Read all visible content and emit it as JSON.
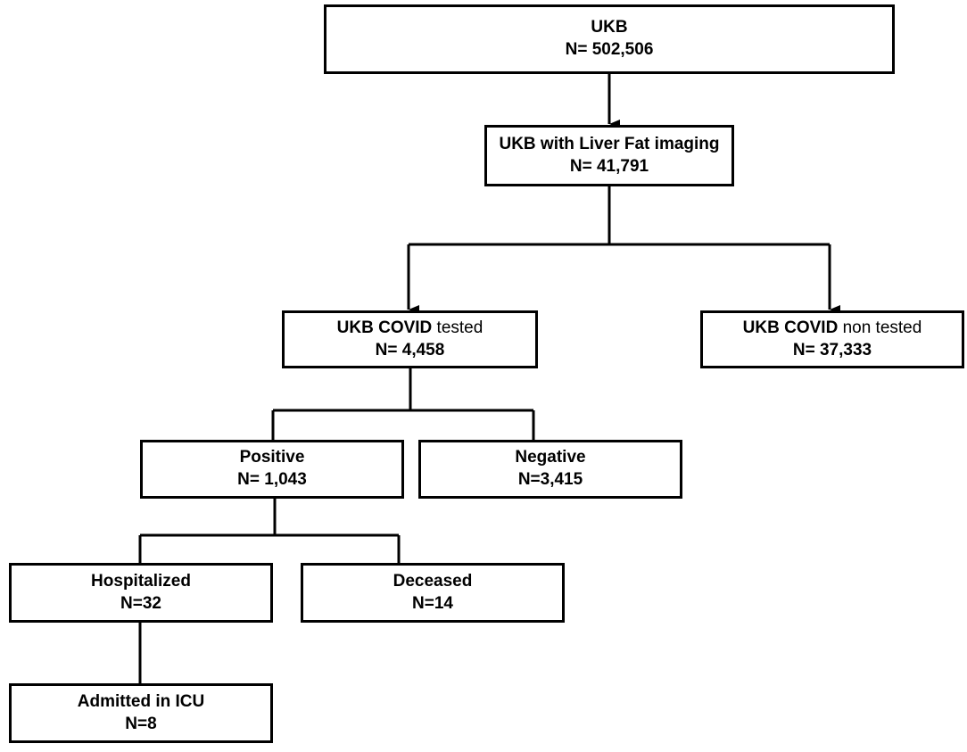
{
  "nodes": {
    "ukb": {
      "label": "UKB",
      "count": "N= 502,506"
    },
    "liver": {
      "label": "UKB with Liver Fat imaging",
      "count": "N= 41,791"
    },
    "tested": {
      "label_bold": "UKB COVID",
      "label_normal": " tested",
      "count": "N= 4,458"
    },
    "non_tested": {
      "label_bold": "UKB COVID",
      "label_normal": " non tested",
      "count": "N= 37,333"
    },
    "positive": {
      "label": "Positive",
      "count": "N= 1,043"
    },
    "negative": {
      "label": "Negative",
      "count": "N=3,415"
    },
    "hospitalized": {
      "label": "Hospitalized",
      "count": "N=32"
    },
    "deceased": {
      "label": "Deceased",
      "count": "N=14"
    },
    "icu": {
      "label": "Admitted in ICU",
      "count": "N=8"
    }
  },
  "colors": {
    "stroke": "#000000",
    "background": "#ffffff"
  }
}
